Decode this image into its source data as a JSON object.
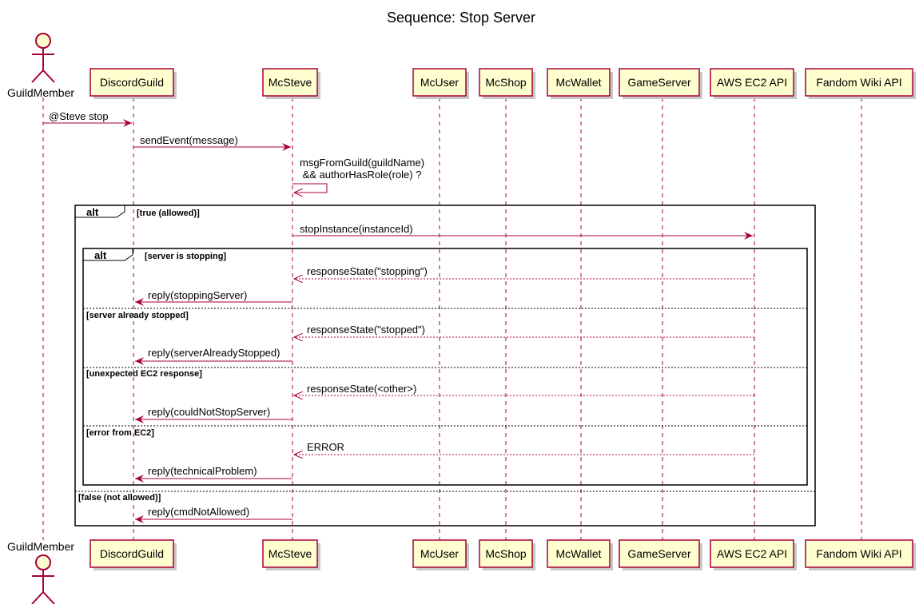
{
  "title": "Sequence: Stop Server",
  "actor": {
    "name": "GuildMember"
  },
  "participants": [
    {
      "id": "discordguild",
      "name": "DiscordGuild"
    },
    {
      "id": "mcsteve",
      "name": "McSteve"
    },
    {
      "id": "mcuser",
      "name": "McUser"
    },
    {
      "id": "mcshop",
      "name": "McShop"
    },
    {
      "id": "mcwallet",
      "name": "McWallet"
    },
    {
      "id": "gameserver",
      "name": "GameServer"
    },
    {
      "id": "awsec2api",
      "name": "AWS EC2 API"
    },
    {
      "id": "fandomwikiapi",
      "name": "Fandom Wiki API"
    }
  ],
  "messages": {
    "m1": "@Steve stop",
    "m2": "sendEvent(message)",
    "m3_line1": "msgFromGuild(guildName)",
    "m3_line2": " && authorHasRole(role) ?",
    "m4": "stopInstance(instanceId)",
    "m5": "responseState(\"stopping\")",
    "m6": "reply(stoppingServer)",
    "m7": "responseState(\"stopped\")",
    "m8": "reply(serverAlreadyStopped)",
    "m9": "responseState(<other>)",
    "m10": "reply(couldNotStopServer)",
    "m11": "ERROR",
    "m12": "reply(technicalProblem)",
    "m13": "reply(cmdNotAllowed)"
  },
  "fragments": {
    "outer": {
      "keyword": "alt",
      "guard1": "[true (allowed)]",
      "guard2": "[false (not allowed)]"
    },
    "inner": {
      "keyword": "alt",
      "guard1": "[server is stopping]",
      "guard2": "[server already stopped]",
      "guard3": "[unexpected EC2 response]",
      "guard4": "[error from EC2]"
    }
  },
  "colors": {
    "line": "#A80036",
    "box_fill": "#FEFECE"
  }
}
